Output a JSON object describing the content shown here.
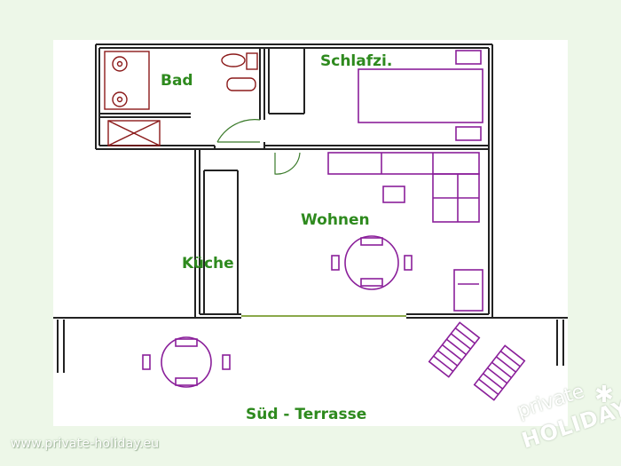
{
  "rooms": {
    "bad": "Bad",
    "schlafzimmer": "Schlafzi.",
    "wohnen": "Wohnen",
    "kueche": "Küche",
    "terrasse": "Süd - Terrasse"
  },
  "watermark": {
    "url": "www.private-holiday.eu",
    "logo_top": "private",
    "logo_bottom": "HOLIDAY"
  },
  "colors": {
    "background": "#edf7e8",
    "walls": "#222222",
    "furniture": "#8a1f9a",
    "labels": "#2e8a1e"
  }
}
